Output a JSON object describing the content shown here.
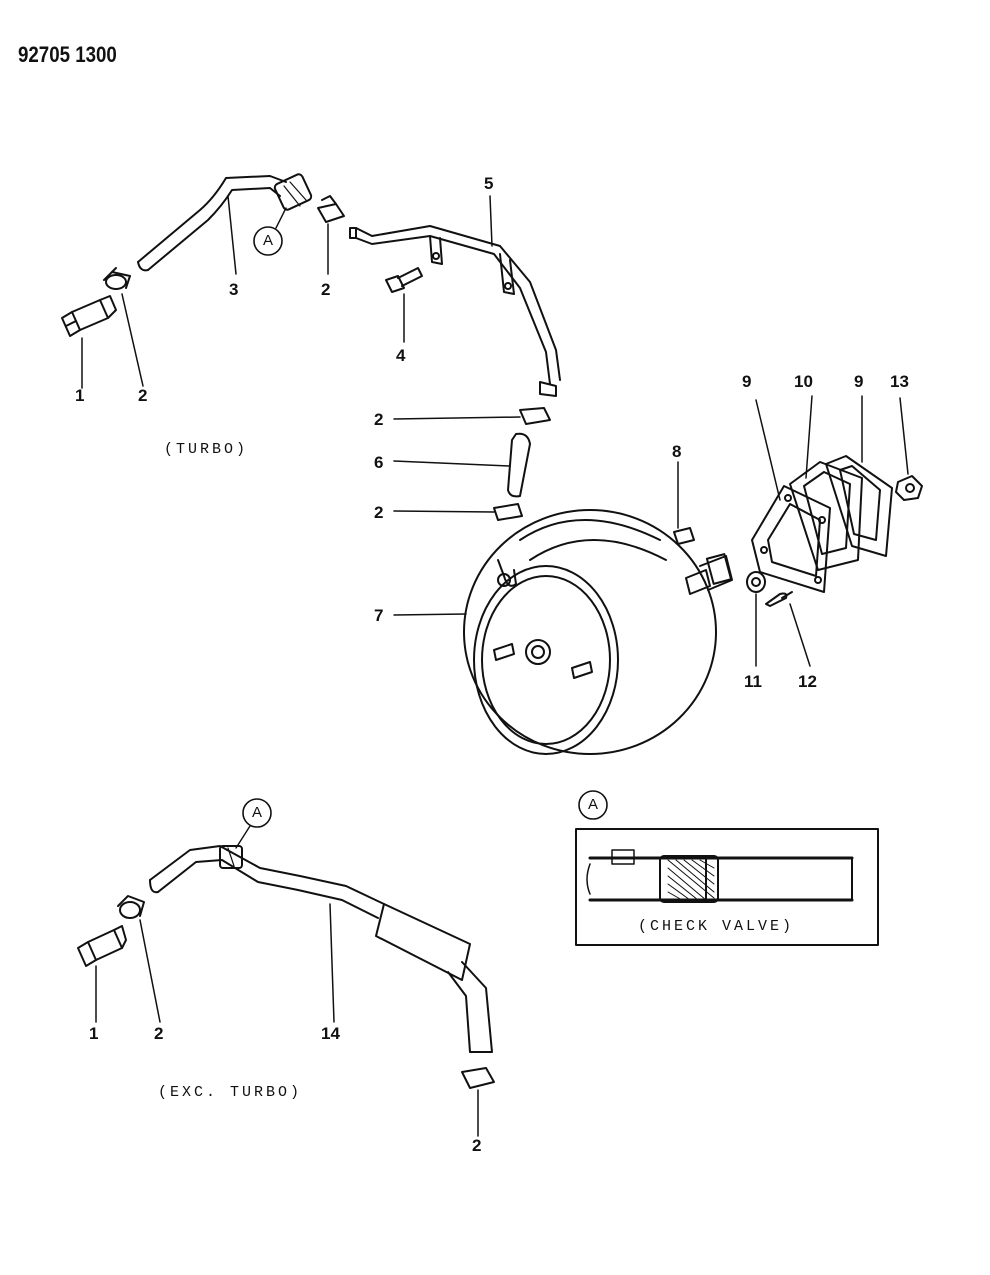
{
  "document_id": "92705 1300",
  "section_labels": {
    "turbo": "(TURBO)",
    "exc_turbo": "(EXC. TURBO)",
    "check_valve": "(CHECK VALVE)"
  },
  "detail_marker": "A",
  "callouts": [
    "1",
    "2",
    "3",
    "4",
    "5",
    "6",
    "7",
    "8",
    "9",
    "10",
    "11",
    "12",
    "13",
    "14"
  ],
  "colors": {
    "ink": "#111111",
    "paper": "#ffffff"
  }
}
